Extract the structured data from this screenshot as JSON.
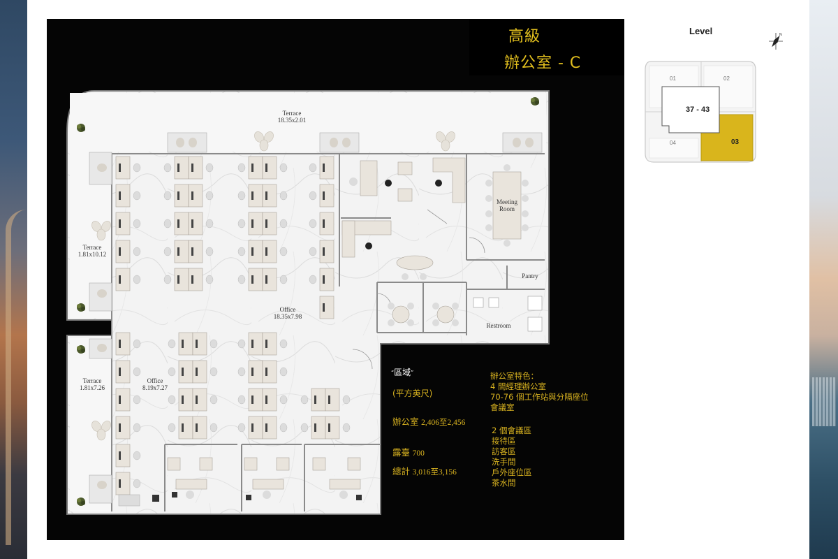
{
  "title": {
    "line1": "高級",
    "line2": "辦公室 - C"
  },
  "level": {
    "heading": "Level",
    "floors": "37 - 43",
    "units": [
      "01",
      "02",
      "03",
      "04"
    ],
    "selected_unit": "03"
  },
  "rooms": {
    "terrace_top": {
      "name": "Terrace",
      "dim": "18.35x2.01"
    },
    "terrace_left1": {
      "name": "Terrace",
      "dim": "1.81x10.12"
    },
    "terrace_left2": {
      "name": "Terrace",
      "dim": "1.81x7.26"
    },
    "office_main": {
      "name": "Office",
      "dim": "18.35x7.98"
    },
    "office_small": {
      "name": "Office",
      "dim": "8.19x7.27"
    },
    "meeting": {
      "line1": "Meeting",
      "line2": "Room"
    },
    "pantry": "Pantry",
    "restroom": "Restroom"
  },
  "area": {
    "heading": "區域",
    "unit": "(平方英尺)",
    "office_label": "辦公室",
    "office_value": "2,406至2,456",
    "terrace_label": "露臺",
    "terrace_value": "700",
    "total_label": "總計",
    "total_value": "3,016至3,156"
  },
  "features": {
    "heading": "辦公室特色：",
    "items_white": [
      "4 間經理辦公室",
      "70-76 個工作站與分隔座位",
      "會議室"
    ],
    "items_gold": [
      "2 個會議區",
      "接待區",
      "訪客區",
      "洗手間",
      "戶外座位區",
      "茶水間"
    ]
  },
  "colors": {
    "accent": "#e2bf1e",
    "board": "#050505",
    "selected_unit": "#d9b51c"
  }
}
